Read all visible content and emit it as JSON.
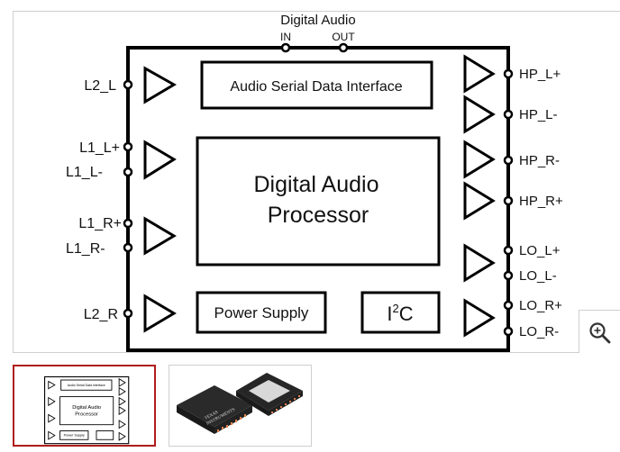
{
  "viewer": {
    "diagram": {
      "top_label": "Digital Audio",
      "top_pins": [
        "IN",
        "OUT"
      ],
      "left_pins": [
        "L2_L",
        "L1_L+",
        "L1_L-",
        "L1_R+",
        "L1_R-",
        "L2_R"
      ],
      "right_pins": [
        "HP_L+",
        "HP_L-",
        "HP_R-",
        "HP_R+",
        "LO_L+",
        "LO_L-",
        "LO_R+",
        "LO_R-"
      ],
      "blocks": {
        "serial_interface": "Audio Serial Data Interface",
        "processor_line1": "Digital Audio",
        "processor_line2": "Processor",
        "power_supply": "Power Supply",
        "i2c_base": "I",
        "i2c_sup": "2",
        "i2c_tail": "C"
      }
    },
    "zoom_button": {
      "icon": "zoom-in-icon"
    }
  },
  "thumbnails": [
    {
      "label": "Block diagram",
      "selected": true,
      "accent": "#b01c1c"
    },
    {
      "label": "Chip package photo",
      "selected": false,
      "brand_text_line1": "TEXAS",
      "brand_text_line2": "INSTRUMENTS"
    }
  ]
}
